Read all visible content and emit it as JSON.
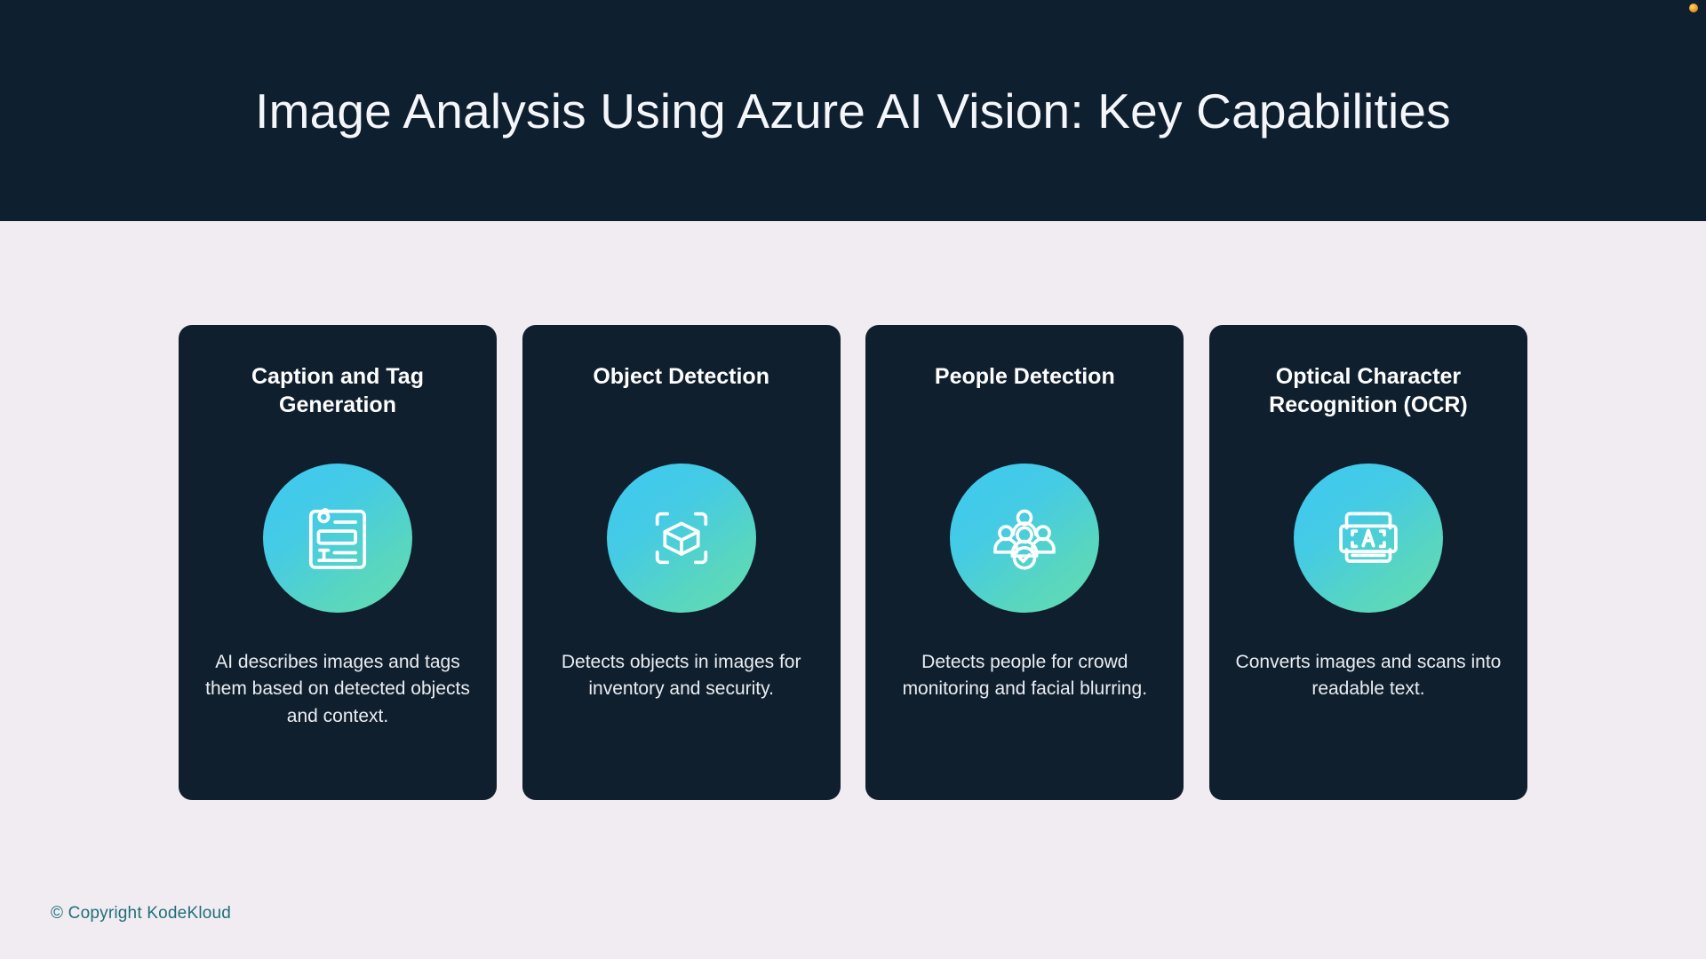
{
  "header": {
    "title": "Image Analysis Using Azure AI Vision: Key Capabilities",
    "background_color": "#0e1f30",
    "title_color": "#f4f6fa",
    "corner_dot_color": "#f5a623"
  },
  "page": {
    "background_color": "#f1ecf2"
  },
  "cards": [
    {
      "title": "Caption and Tag Generation",
      "description": "AI describes images and tags them based on detected objects and context.",
      "icon": "caption-tag-icon",
      "card_color": "#101f2e",
      "icon_gradient_from": "#3ec9f2",
      "icon_gradient_to": "#63dcb0"
    },
    {
      "title": "Object Detection",
      "description": "Detects objects in images for inventory and security.",
      "icon": "object-cube-scan-icon",
      "card_color": "#101f2e",
      "icon_gradient_from": "#3ec9f2",
      "icon_gradient_to": "#63dcb0"
    },
    {
      "title": "People Detection",
      "description": "Detects people for crowd monitoring and facial blurring.",
      "icon": "people-group-check-icon",
      "card_color": "#101f2e",
      "icon_gradient_from": "#3ec9f2",
      "icon_gradient_to": "#63dcb0"
    },
    {
      "title": "Optical Character Recognition (OCR)",
      "description": "Converts images and scans into readable text.",
      "icon": "ocr-letter-a-scan-icon",
      "card_color": "#101f2e",
      "icon_gradient_from": "#3ec9f2",
      "icon_gradient_to": "#63dcb0"
    }
  ],
  "footer": {
    "copyright": "© Copyright KodeKloud",
    "color": "#1f6f78"
  }
}
